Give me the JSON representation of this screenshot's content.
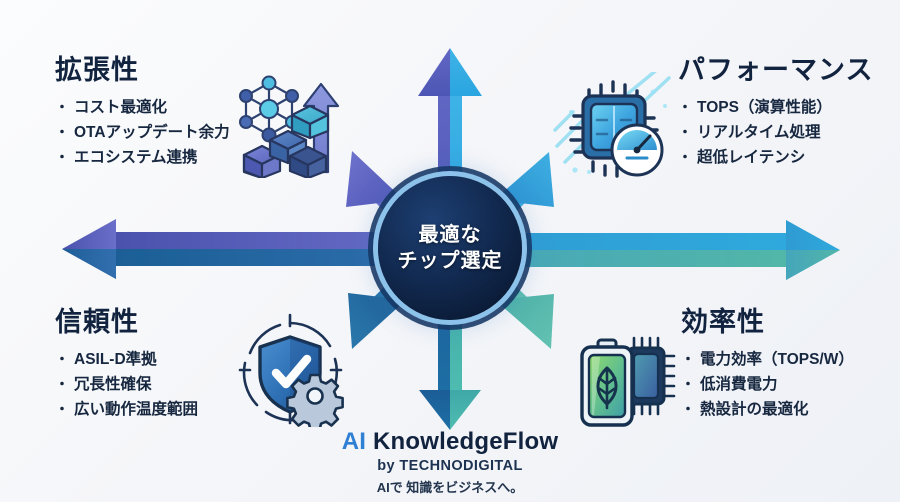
{
  "infographic": {
    "hub": {
      "line1": "最適な",
      "line2": "チップ選定"
    },
    "quadrants": [
      {
        "id": "scalability",
        "title": "拡張性",
        "icon": "network-cubes-growth-icon",
        "bullets": [
          "コスト最適化",
          "OTAアップデート余力",
          "エコシステム連携"
        ]
      },
      {
        "id": "performance",
        "title": "パフォーマンス",
        "icon": "chip-speedometer-icon",
        "bullets": [
          "TOPS（演算性能）",
          "リアルタイム処理",
          "超低レイテンシ"
        ]
      },
      {
        "id": "reliability",
        "title": "信頼性",
        "icon": "shield-check-gear-icon",
        "bullets": [
          "ASIL-D準拠",
          "冗長性確保",
          "広い動作温度範囲"
        ]
      },
      {
        "id": "efficiency",
        "title": "効率性",
        "icon": "battery-leaf-chip-icon",
        "bullets": [
          "電力効率（TOPS/W）",
          "低消費電力",
          "熱設計の最適化"
        ]
      }
    ],
    "bullet_marker": "・",
    "branding": {
      "name_accent": "AI",
      "name_rest": " KnowledgeFlow",
      "byline": "by TECHNODIGITAL",
      "tagline": "AIで 知識をビジネスへ。"
    },
    "colors": {
      "background": "#f5f6f9",
      "hub_core": "#0b1c38",
      "hub_ring": "#96cdf5",
      "heading": "#12233f",
      "accent_blue": "#2f7fd4",
      "arrow_purple": "#5b5fc0",
      "arrow_indigo": "#4a52ad",
      "arrow_cyan": "#2fa9dd",
      "arrow_teal": "#4fb3a6",
      "arrow_navy": "#1b5f96"
    }
  }
}
